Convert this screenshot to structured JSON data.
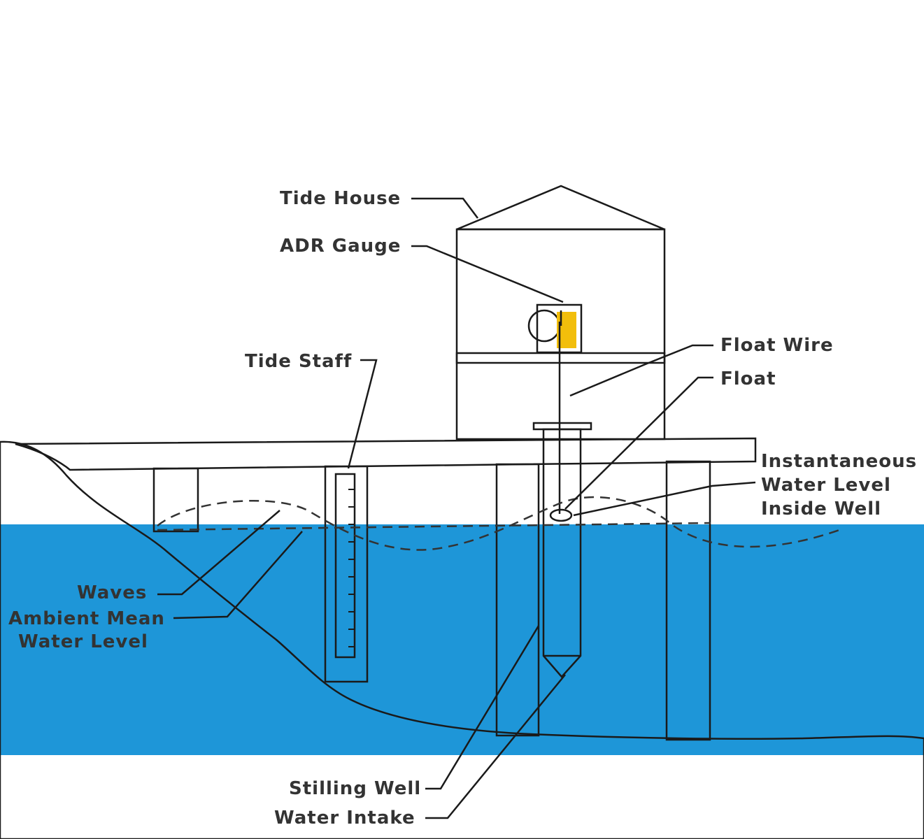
{
  "colors": {
    "structure": "#F2BE0B",
    "water": "#1E96D8",
    "outline": "#1a1a1a",
    "label": "#333333",
    "background": "#FFFFFF"
  },
  "labels": {
    "tide_house": "Tide House",
    "adr_gauge": "ADR Gauge",
    "tide_staff": "Tide Staff",
    "float_wire": "Float Wire",
    "float": "Float",
    "instantaneous_water_level_line1": "Instantaneous",
    "instantaneous_water_level_line2": "Water Level",
    "instantaneous_water_level_line3": "Inside Well",
    "waves": "Waves",
    "ambient_mean_line1": "Ambient Mean",
    "ambient_mean_line2": "Water Level",
    "stilling_well": "Stilling Well",
    "water_intake": "Water Intake"
  }
}
